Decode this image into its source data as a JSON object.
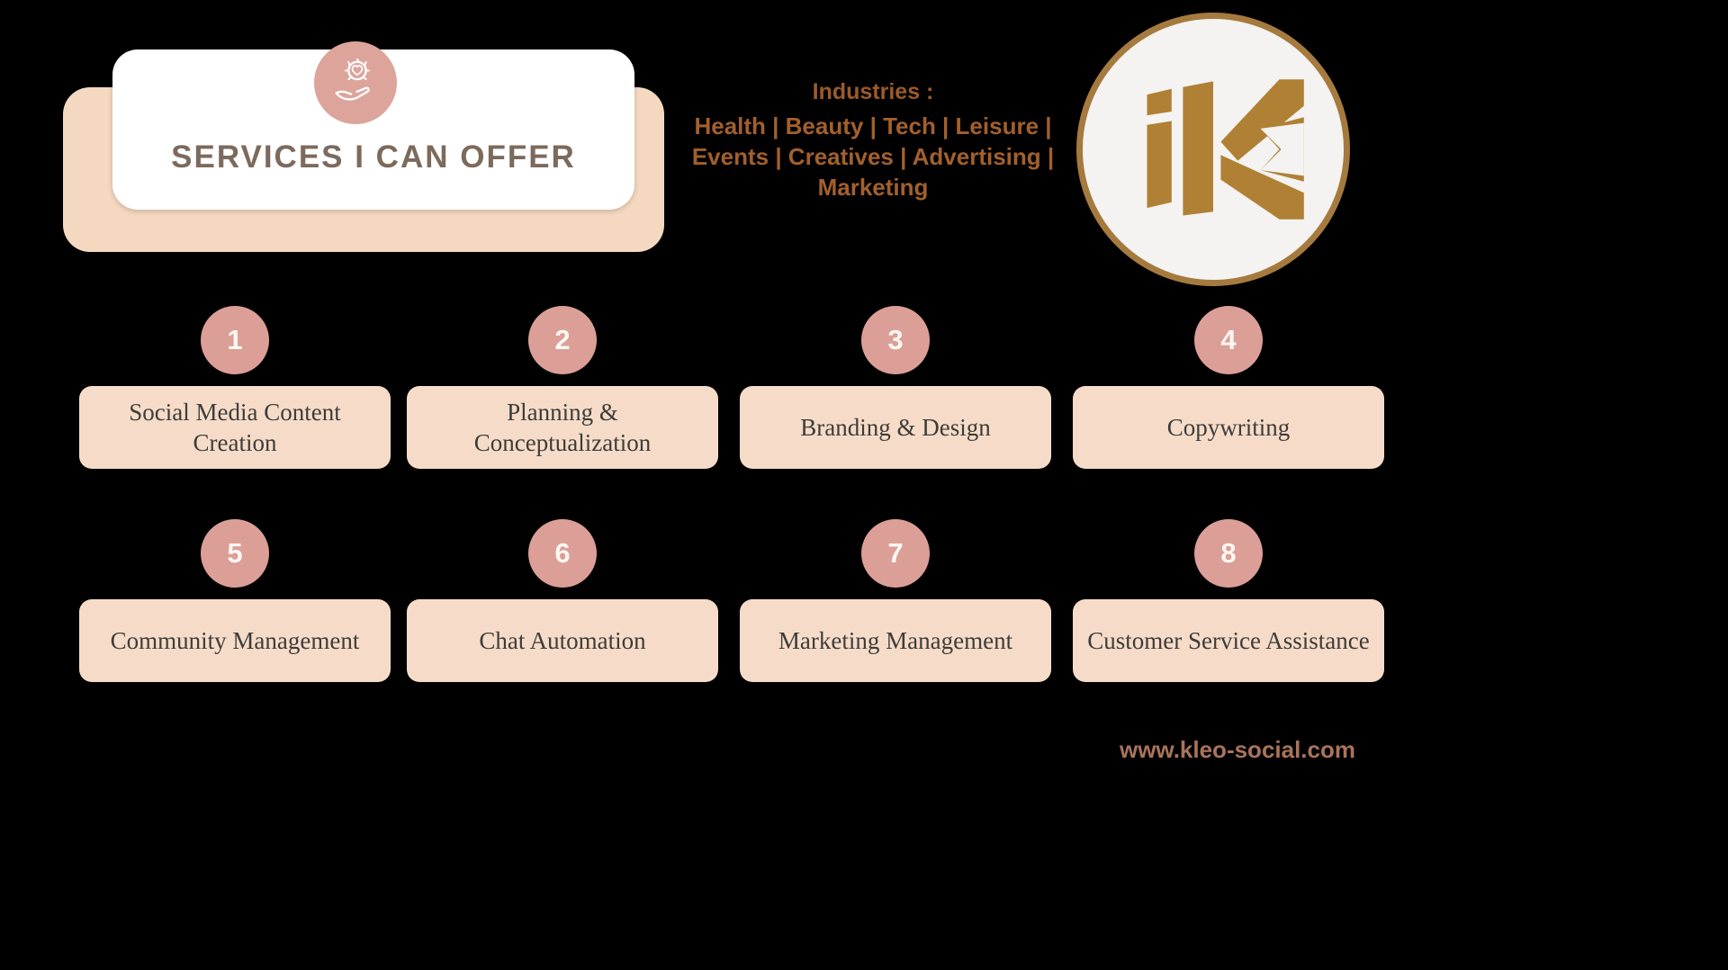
{
  "page": {
    "background": "#000000",
    "website": "www.kleo-social.com"
  },
  "header": {
    "title": "SERVICES I CAN OFFER",
    "icon": "hand-heart-badge-icon"
  },
  "industries": {
    "label": "Industries :",
    "lines": {
      "0": "Health | Beauty | Tech | Leisure |",
      "1": "Events | Creatives | Advertising |",
      "2": "Marketing"
    }
  },
  "logo": {
    "name": "kleo-monogram-logo",
    "monogram": "iK"
  },
  "services": [
    {
      "number": "1",
      "label": "Social Media Content Creation"
    },
    {
      "number": "2",
      "label": "Planning & Conceptualization"
    },
    {
      "number": "3",
      "label": "Branding & Design"
    },
    {
      "number": "4",
      "label": "Copywriting"
    },
    {
      "number": "5",
      "label": "Community Management"
    },
    {
      "number": "6",
      "label": "Chat Automation"
    },
    {
      "number": "7",
      "label": "Marketing Management"
    },
    {
      "number": "8",
      "label": "Customer Service Assistance"
    }
  ],
  "colors": {
    "accent_pink": "#db9f97",
    "peach_panel": "#f4d8c0",
    "service_box": "#f6dcc8",
    "title_brown": "#7c6a5c",
    "industry_brown": "#a2602c",
    "logo_gold": "#b08035",
    "website_brown": "#a9745a"
  }
}
